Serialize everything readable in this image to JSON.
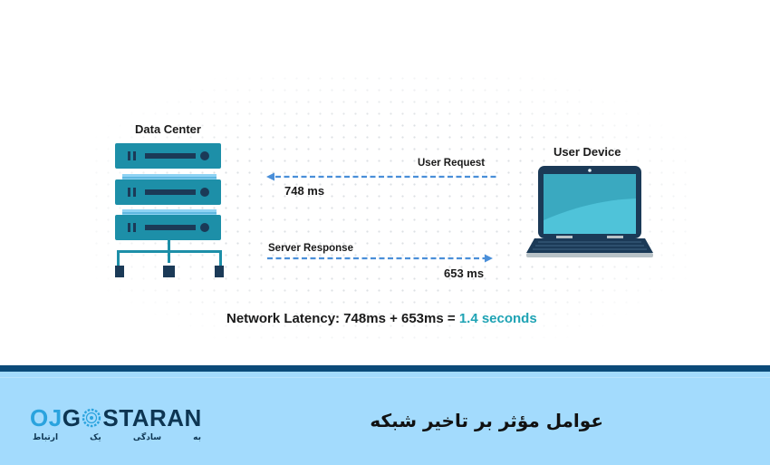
{
  "diagram": {
    "data_center": {
      "title": "Data Center",
      "icon": "server-rack-icon",
      "colors": {
        "server": "#1d8fa8",
        "server_dark": "#1b3a57",
        "connector": "#8fd3f4"
      }
    },
    "user_device": {
      "title": "User Device",
      "icon": "laptop-icon",
      "colors": {
        "frame": "#1b3a57",
        "screen": "#4fc3d9",
        "screen_shade": "#3aa9c0",
        "base": "#b8c2c7"
      }
    },
    "request": {
      "label": "User Request",
      "time": "748 ms",
      "direction": "device-to-datacenter",
      "arrow_color": "#4a8fd9"
    },
    "response": {
      "label": "Server Response",
      "time": "653 ms",
      "direction": "datacenter-to-device",
      "arrow_color": "#4a8fd9"
    },
    "summary": {
      "prefix": "Network Latency: 748ms + 653ms = ",
      "result": "1.4 seconds",
      "result_color": "#1fa3b4"
    }
  },
  "footer": {
    "logo": {
      "part1": "OJ",
      "part2": "G",
      "part3": "STARAN",
      "tagline": "به سادگی یک ارتباط"
    },
    "title": "عوامل مؤثر بر تاخیر شبکه",
    "colors": {
      "bar": "#0b4a79",
      "background": "#a3dbfd"
    }
  }
}
